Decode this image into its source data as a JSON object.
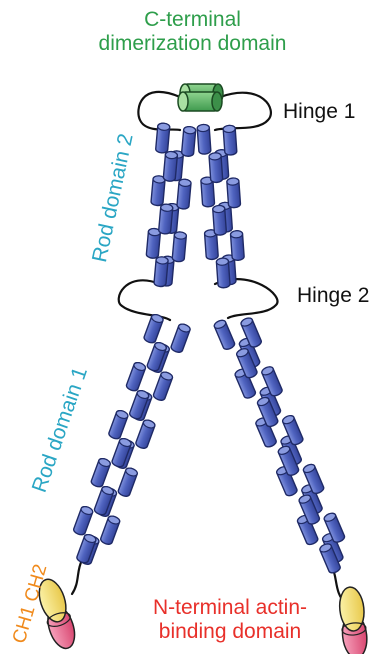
{
  "labels": {
    "c_terminal": {
      "line1": "C-terminal",
      "line2": "dimerization domain"
    },
    "hinge1": "Hinge 1",
    "hinge2": "Hinge 2",
    "rod_domain_2": "Rod domain 2",
    "rod_domain_1": "Rod domain 1",
    "ch1": "CH1",
    "ch2": "CH2",
    "n_terminal": {
      "line1": "N-terminal actin-",
      "line2": "binding domain"
    }
  },
  "colors": {
    "c_terminal_text": "#2e9e4b",
    "hinge_text": "#111111",
    "rod_text": "#2aa6c4",
    "ch_text": "#f08a1c",
    "n_terminal_text": "#e8302a",
    "rod_fill": "#5064c0",
    "rod_stroke": "#1f2a66",
    "dimer_fill": "#55b464",
    "ch_fill": "#f4e070",
    "ch_tip_fill": "#e85a8a"
  }
}
